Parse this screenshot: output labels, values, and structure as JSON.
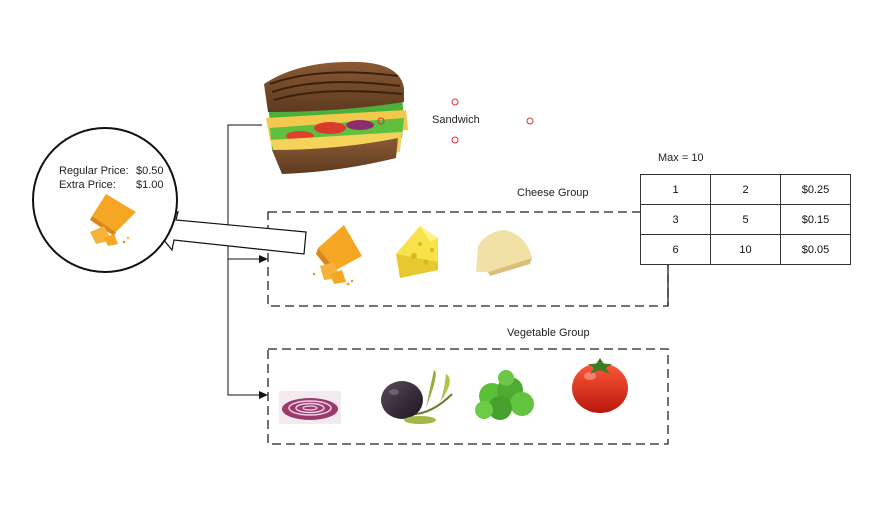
{
  "sandwich": {
    "label": "Sandwich"
  },
  "cheese_group": {
    "label": "Cheese Group"
  },
  "vegetable_group": {
    "label": "Vegetable Group"
  },
  "callout": {
    "regular_label": "Regular Price:",
    "regular_value": "$0.50",
    "extra_label": "Extra Price:",
    "extra_value": "$1.00"
  },
  "max_label": "Max = 10",
  "pricing_table": [
    [
      "1",
      "2",
      "$0.25"
    ],
    [
      "3",
      "5",
      "$0.15"
    ],
    [
      "6",
      "10",
      "$0.05"
    ]
  ]
}
